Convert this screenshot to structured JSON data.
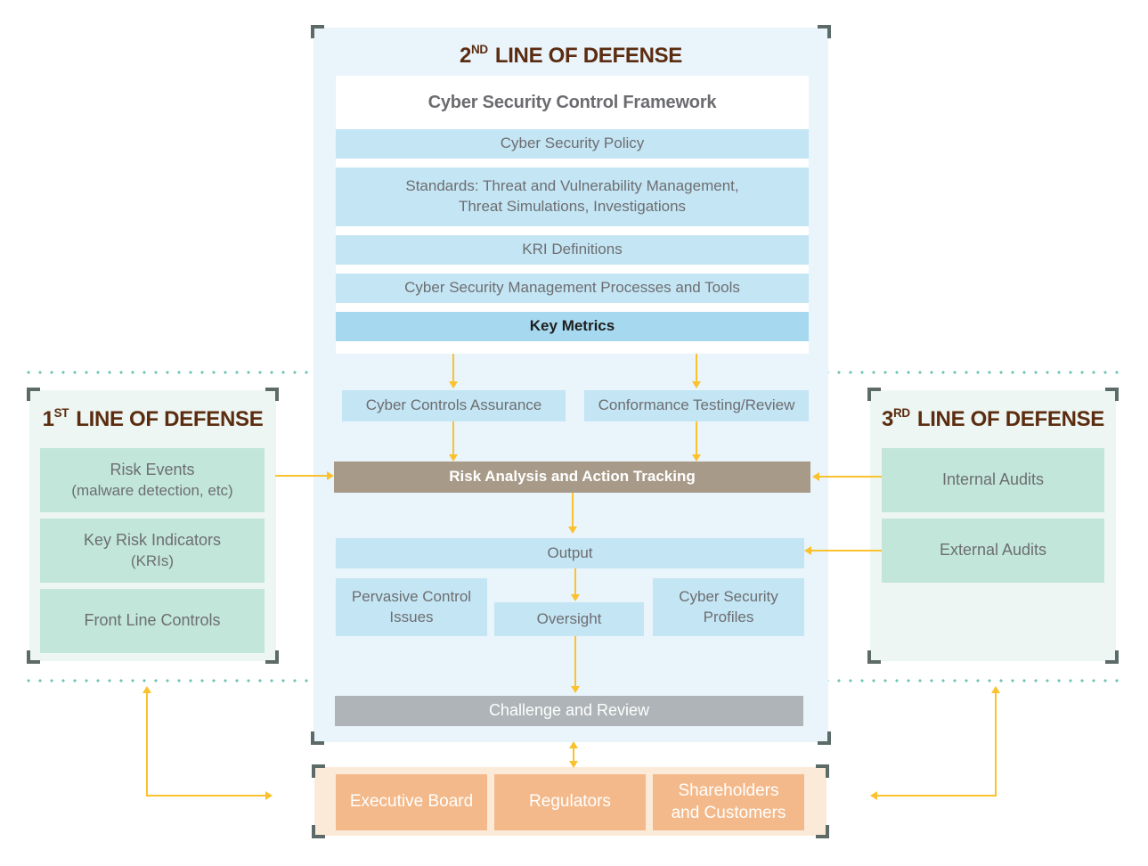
{
  "titles": {
    "first": {
      "num": "1",
      "ordinal": "ST",
      "rest": "LINE OF DEFENSE"
    },
    "second": {
      "num": "2",
      "ordinal": "ND",
      "rest": "LINE OF DEFENSE"
    },
    "third": {
      "num": "3",
      "ordinal": "RD",
      "rest": "LINE OF DEFENSE"
    }
  },
  "framework": {
    "title": "Cyber Security Control Framework",
    "rows": [
      {
        "label": "Cyber Security Policy"
      },
      {
        "line1": "Standards: Threat and Vulnerability Management,",
        "line2": "Threat Simulations, Investigations"
      },
      {
        "label": "KRI Definitions"
      },
      {
        "label": "Cyber Security Management Processes and Tools"
      },
      {
        "label": "Key Metrics"
      }
    ]
  },
  "flow": {
    "cyber_controls_assurance": "Cyber Controls Assurance",
    "conformance_testing": "Conformance Testing/Review",
    "risk_analysis": "Risk Analysis and Action Tracking",
    "output": "Output",
    "pervasive": {
      "line1": "Pervasive Control",
      "line2": "Issues"
    },
    "oversight": "Oversight",
    "profiles": {
      "line1": "Cyber Security",
      "line2": "Profiles"
    },
    "challenge": "Challenge and Review"
  },
  "first_line": {
    "items": [
      {
        "line1": "Risk Events",
        "line2": "(malware detection, etc)"
      },
      {
        "line1": "Key Risk Indicators",
        "line2": "(KRIs)"
      },
      {
        "line1": "Front Line Controls",
        "line2": ""
      }
    ]
  },
  "third_line": {
    "items": [
      {
        "label": "Internal Audits"
      },
      {
        "label": "External Audits"
      }
    ]
  },
  "stakeholders": {
    "items": [
      {
        "label": "Executive Board"
      },
      {
        "label": "Regulators"
      },
      {
        "label": "Shareholders and Customers"
      }
    ]
  },
  "colors": {
    "accent_yellow": "#fbc22d",
    "teal_dots": "#6ec4b4",
    "title_brown": "#5b2c10",
    "risk_analysis_box": "#a89a89",
    "challenge_box": "#aeb4b7",
    "framework_row_blue": "#c4e5f4",
    "key_metrics_blue": "#a6d9ef",
    "first_third_box_mint": "#c2e6da",
    "stakeholder_orange": "#f4b98a"
  }
}
